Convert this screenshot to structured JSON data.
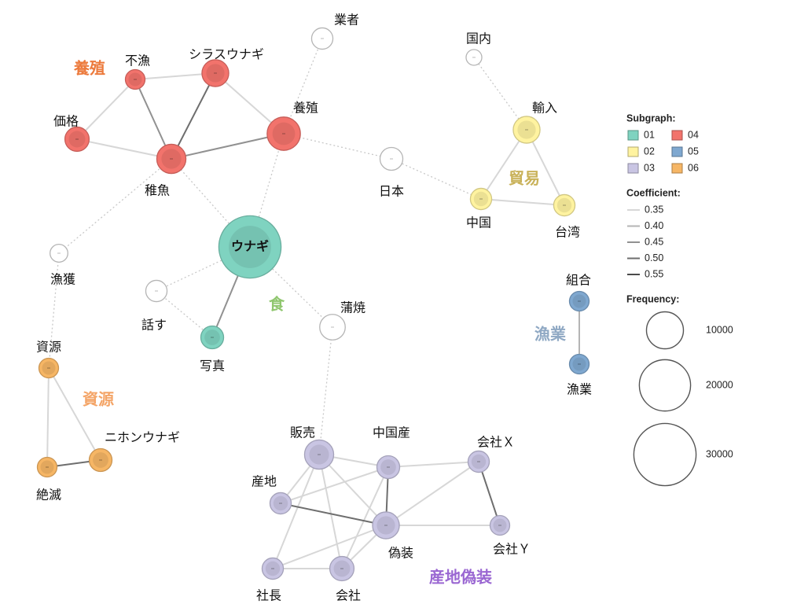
{
  "colors": {
    "01": "#7fd3c0",
    "02": "#fff3a0",
    "03": "#c9c5e3",
    "04": "#f2736c",
    "05": "#7fa8d0",
    "06": "#f6b665",
    "isolated": "#ffffff",
    "group_text": {
      "food": "#8fc66e",
      "yoshoku": "#ec7a3c",
      "boeki": "#c9b25a",
      "shigen": "#f4a568",
      "gyogyo": "#90a9c4",
      "sanchi": "#9a67d2"
    }
  },
  "nodes": [
    {
      "id": "unagi",
      "label": "ウナギ",
      "group": "01",
      "freq": 30000
    },
    {
      "id": "shashin",
      "label": "写真",
      "group": "01",
      "freq": 3500
    },
    {
      "id": "hanasu",
      "label": "話す",
      "group": "none",
      "freq": 3000
    },
    {
      "id": "kabayaki",
      "label": "蒲焼",
      "group": "none",
      "freq": 4500
    },
    {
      "id": "gyosha",
      "label": "業者",
      "group": "none",
      "freq": 3000
    },
    {
      "id": "kokunai",
      "label": "国内",
      "group": "none",
      "freq": 1500
    },
    {
      "id": "nihon",
      "label": "日本",
      "group": "none",
      "freq": 3500
    },
    {
      "id": "gyokaku",
      "label": "漁獲",
      "group": "none",
      "freq": 2000
    },
    {
      "id": "fuyo",
      "label": "不漁",
      "group": "04",
      "freq": 2500
    },
    {
      "id": "shirasu",
      "label": "シラスウナギ",
      "group": "04",
      "freq": 5000
    },
    {
      "id": "kakaku",
      "label": "価格",
      "group": "04",
      "freq": 4000
    },
    {
      "id": "chigyo",
      "label": "稚魚",
      "group": "04",
      "freq": 6000
    },
    {
      "id": "yoshoku",
      "label": "養殖",
      "group": "04",
      "freq": 8000
    },
    {
      "id": "yunyu",
      "label": "輸入",
      "group": "02",
      "freq": 5000
    },
    {
      "id": "chugoku",
      "label": "中国",
      "group": "02",
      "freq": 3000
    },
    {
      "id": "taiwan",
      "label": "台湾",
      "group": "02",
      "freq": 3000
    },
    {
      "id": "kumiai",
      "label": "組合",
      "group": "05",
      "freq": 2500
    },
    {
      "id": "gyogyo",
      "label": "漁業",
      "group": "05",
      "freq": 2500
    },
    {
      "id": "shigen",
      "label": "資源",
      "group": "06",
      "freq": 2500
    },
    {
      "id": "zetsumetsu",
      "label": "絶滅",
      "group": "06",
      "freq": 2500
    },
    {
      "id": "nihonunagi",
      "label": "ニホンウナギ",
      "group": "06",
      "freq": 3500
    },
    {
      "id": "hanbai",
      "label": "販売",
      "group": "03",
      "freq": 6000
    },
    {
      "id": "chugokusan",
      "label": "中国産",
      "group": "03",
      "freq": 3500
    },
    {
      "id": "kaishax",
      "label": "会社Ｘ",
      "group": "03",
      "freq": 3000
    },
    {
      "id": "sanchi",
      "label": "産地",
      "group": "03",
      "freq": 3000
    },
    {
      "id": "giso",
      "label": "偽装",
      "group": "03",
      "freq": 5000
    },
    {
      "id": "kaishay",
      "label": "会社Ｙ",
      "group": "03",
      "freq": 2500
    },
    {
      "id": "shacho",
      "label": "社長",
      "group": "03",
      "freq": 3000
    },
    {
      "id": "kaisha",
      "label": "会社",
      "group": "03",
      "freq": 4000
    }
  ],
  "edges": [
    {
      "s": "unagi",
      "t": "shashin",
      "type": "solid",
      "coef": 0.45
    },
    {
      "s": "unagi",
      "t": "hanasu",
      "type": "dotted"
    },
    {
      "s": "unagi",
      "t": "kabayaki",
      "type": "dotted"
    },
    {
      "s": "unagi",
      "t": "chigyo",
      "type": "dotted"
    },
    {
      "s": "unagi",
      "t": "yoshoku",
      "type": "dotted"
    },
    {
      "s": "hanasu",
      "t": "shashin",
      "type": "dotted"
    },
    {
      "s": "fuyo",
      "t": "shirasu",
      "type": "solid",
      "coef": 0.35
    },
    {
      "s": "fuyo",
      "t": "kakaku",
      "type": "solid",
      "coef": 0.35
    },
    {
      "s": "fuyo",
      "t": "chigyo",
      "type": "solid",
      "coef": 0.45
    },
    {
      "s": "shirasu",
      "t": "chigyo",
      "type": "solid",
      "coef": 0.5
    },
    {
      "s": "shirasu",
      "t": "yoshoku",
      "type": "solid",
      "coef": 0.35
    },
    {
      "s": "kakaku",
      "t": "chigyo",
      "type": "solid",
      "coef": 0.35
    },
    {
      "s": "chigyo",
      "t": "yoshoku",
      "type": "solid",
      "coef": 0.45
    },
    {
      "s": "yoshoku",
      "t": "nihon",
      "type": "dotted"
    },
    {
      "s": "nihon",
      "t": "chugoku",
      "type": "dotted"
    },
    {
      "s": "gyosha",
      "t": "yoshoku",
      "type": "dotted"
    },
    {
      "s": "chigyo",
      "t": "gyokaku",
      "type": "dotted"
    },
    {
      "s": "gyokaku",
      "t": "shigen",
      "type": "dotted"
    },
    {
      "s": "kokunai",
      "t": "yunyu",
      "type": "dotted"
    },
    {
      "s": "yunyu",
      "t": "chugoku",
      "type": "solid",
      "coef": 0.35
    },
    {
      "s": "yunyu",
      "t": "taiwan",
      "type": "solid",
      "coef": 0.35
    },
    {
      "s": "chugoku",
      "t": "taiwan",
      "type": "solid",
      "coef": 0.35
    },
    {
      "s": "kumiai",
      "t": "gyogyo",
      "type": "solid",
      "coef": 0.4
    },
    {
      "s": "shigen",
      "t": "zetsumetsu",
      "type": "solid",
      "coef": 0.35
    },
    {
      "s": "shigen",
      "t": "nihonunagi",
      "type": "solid",
      "coef": 0.35
    },
    {
      "s": "zetsumetsu",
      "t": "nihonunagi",
      "type": "solid",
      "coef": 0.5
    },
    {
      "s": "kabayaki",
      "t": "hanbai",
      "type": "dotted"
    },
    {
      "s": "hanbai",
      "t": "chugokusan",
      "type": "solid",
      "coef": 0.35
    },
    {
      "s": "hanbai",
      "t": "sanchi",
      "type": "solid",
      "coef": 0.35
    },
    {
      "s": "hanbai",
      "t": "giso",
      "type": "solid",
      "coef": 0.35
    },
    {
      "s": "hanbai",
      "t": "shacho",
      "type": "solid",
      "coef": 0.35
    },
    {
      "s": "hanbai",
      "t": "kaisha",
      "type": "solid",
      "coef": 0.35
    },
    {
      "s": "chugokusan",
      "t": "kaishax",
      "type": "solid",
      "coef": 0.35
    },
    {
      "s": "chugokusan",
      "t": "giso",
      "type": "solid",
      "coef": 0.5
    },
    {
      "s": "chugokusan",
      "t": "sanchi",
      "type": "solid",
      "coef": 0.35
    },
    {
      "s": "chugokusan",
      "t": "kaisha",
      "type": "solid",
      "coef": 0.35
    },
    {
      "s": "kaishax",
      "t": "kaishay",
      "type": "solid",
      "coef": 0.5
    },
    {
      "s": "kaishax",
      "t": "giso",
      "type": "solid",
      "coef": 0.35
    },
    {
      "s": "sanchi",
      "t": "giso",
      "type": "solid",
      "coef": 0.5
    },
    {
      "s": "giso",
      "t": "kaishay",
      "type": "solid",
      "coef": 0.35
    },
    {
      "s": "giso",
      "t": "shacho",
      "type": "solid",
      "coef": 0.35
    },
    {
      "s": "giso",
      "t": "kaisha",
      "type": "solid",
      "coef": 0.35
    },
    {
      "s": "shacho",
      "t": "kaisha",
      "type": "solid",
      "coef": 0.35
    }
  ],
  "group_labels": [
    {
      "id": "food",
      "text": "食"
    },
    {
      "id": "yoshoku",
      "text": "養殖"
    },
    {
      "id": "boeki",
      "text": "貿易"
    },
    {
      "id": "shigen",
      "text": "資源"
    },
    {
      "id": "gyogyo",
      "text": "漁業"
    },
    {
      "id": "sanchi",
      "text": "産地偽装"
    }
  ],
  "legend": {
    "subgraph_title": "Subgraph:",
    "subgraphs": [
      {
        "code": "01",
        "color": "#7fd3c0"
      },
      {
        "code": "04",
        "color": "#f2736c"
      },
      {
        "code": "02",
        "color": "#fff3a0"
      },
      {
        "code": "05",
        "color": "#7fa8d0"
      },
      {
        "code": "03",
        "color": "#c9c5e3"
      },
      {
        "code": "06",
        "color": "#f6b665"
      }
    ],
    "coefficient_title": "Coefficient:",
    "coefficients": [
      "0.35",
      "0.40",
      "0.45",
      "0.50",
      "0.55"
    ],
    "frequency_title": "Frequency:",
    "frequencies": [
      {
        "label": "10000",
        "value": 10000
      },
      {
        "label": "20000",
        "value": 20000
      },
      {
        "label": "30000",
        "value": 30000
      }
    ]
  }
}
